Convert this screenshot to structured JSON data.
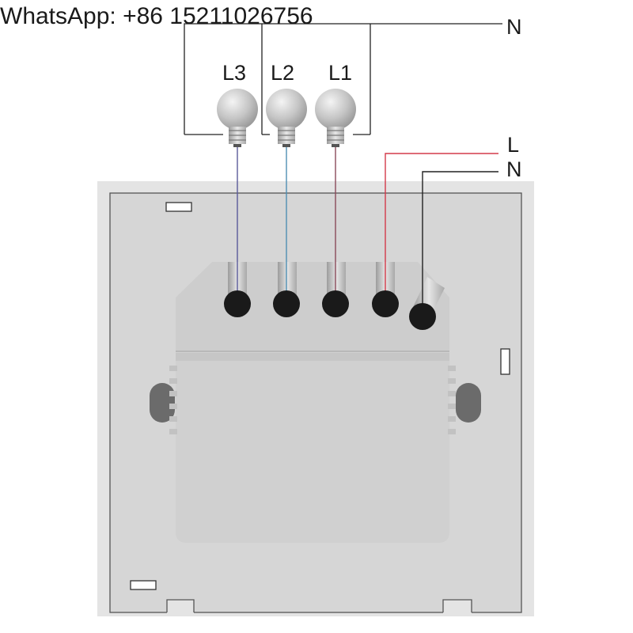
{
  "watermark": {
    "text": "WhatsApp: +86 15211026756"
  },
  "lamps": [
    {
      "label": "L3",
      "icon": "bulb-icon",
      "wire_color": "#5a5a9a"
    },
    {
      "label": "L2",
      "icon": "bulb-icon",
      "wire_color": "#4f8fb3"
    },
    {
      "label": "L1",
      "icon": "bulb-icon",
      "wire_color": "#8a4a5a"
    }
  ],
  "supply": {
    "neutral_top": "N",
    "live": "L",
    "neutral": "N",
    "live_color": "#d33a4a",
    "neutral_color": "#222222"
  },
  "colors": {
    "plate": "#e4e4e4",
    "plate_inner": "#d6d6d6",
    "module": "#d0d0d0",
    "terminal": "#1a1a1a",
    "clip": "#6b6b6b",
    "wire_black": "#222222"
  }
}
